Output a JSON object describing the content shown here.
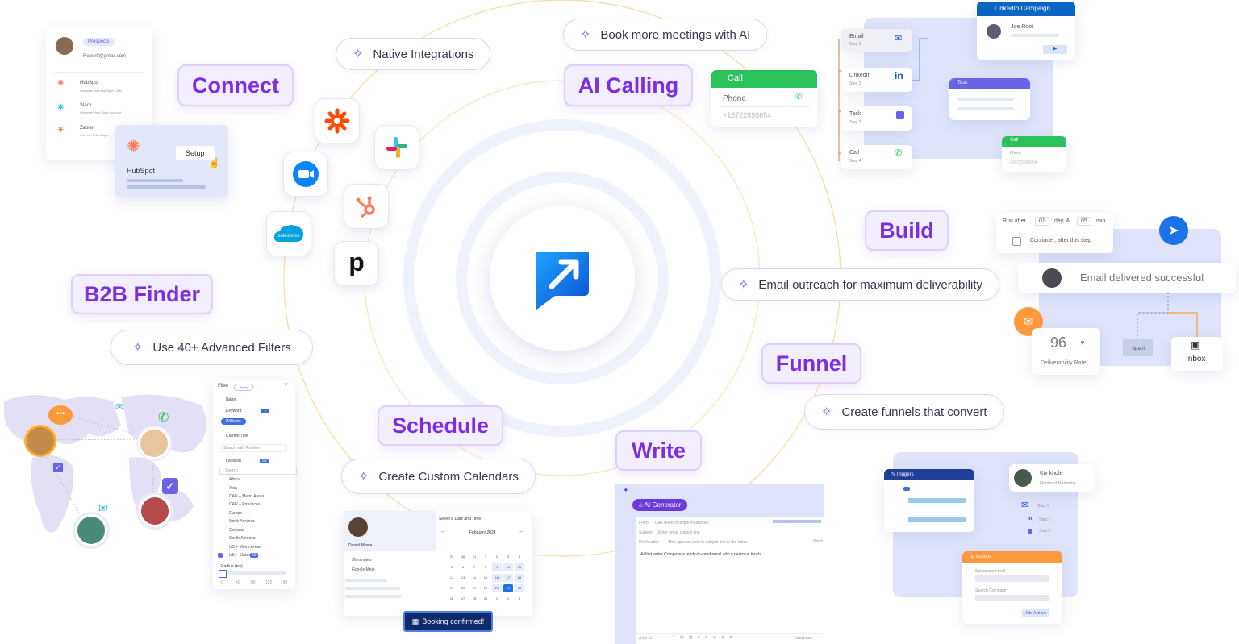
{
  "features": {
    "connect": "Connect",
    "ai_calling": "AI Calling",
    "b2b_finder": "B2B Finder",
    "build": "Build",
    "funnel": "Funnel",
    "schedule": "Schedule",
    "write": "Write"
  },
  "pills": {
    "native_integrations": "Native Integrations",
    "book_meetings": "Book more meetings with AI",
    "email_outreach": "Email outreach for maximum deliverability",
    "advanced_filters": "Use 40+ Advanced Filters",
    "create_funnels": "Create funnels that convert",
    "custom_calendars": "Create Custom Calendars"
  },
  "connect_card": {
    "prospects_badge": "Prospects",
    "email": "Robertf@gmail.com",
    "integrations": [
      {
        "name": "HubSpot",
        "desc": "Integrate Your HubSpot CRM"
      },
      {
        "name": "Slack",
        "desc": "Integrate Your Slack Account"
      },
      {
        "name": "Zapier",
        "desc": "Connect With Zapier"
      }
    ],
    "hubspot_name": "HubSpot",
    "setup_button": "Setup"
  },
  "call_card": {
    "title": "Call",
    "phone_label": "Phone",
    "phone_value": "+18722698654"
  },
  "sequence": {
    "steps": [
      {
        "label": "Email",
        "sub": "Step 1"
      },
      {
        "label": "LinkedIn",
        "sub": "Step 2"
      },
      {
        "label": "Task",
        "sub": "Step 3"
      },
      {
        "label": "Call",
        "sub": "Step 4"
      }
    ],
    "linkedin_campaign": "LinkedIn Campaign",
    "person": "Joe Root",
    "task_title": "Task",
    "call_title": "Call",
    "call_phone": "Phone",
    "call_number": "+18722698654"
  },
  "build_card": {
    "run_after": "Run after",
    "day_value": "01",
    "day_label": "day, &",
    "min_value": "05",
    "min_label": "min",
    "continue_text": "Continue , after this step",
    "email_delivered": "Email delivered successful",
    "rate_value": "96",
    "rate_label": "Deliverability Rate",
    "spam_label": "Spam",
    "inbox_label": "Inbox"
  },
  "filter_panel": {
    "title": "Filter",
    "badge": "Apply",
    "fields": [
      "Name",
      "Keyword",
      "Current Title",
      "Location"
    ],
    "keyword_count": "1",
    "keyword_tag": "Williams",
    "title_placeholder": "Search with Position",
    "location_count": "50",
    "search_placeholder": "Search",
    "locations": [
      "Africa",
      "Asia",
      "CAN + Metro Areas",
      "CAN + Provinces",
      "Europe",
      "North America",
      "Oceania",
      "South America",
      "US + Metro Areas",
      "US + States"
    ],
    "states_count": "50",
    "radius_label": "Radius (km)",
    "radius_ticks": [
      "0",
      "40",
      "80",
      "120",
      "160"
    ]
  },
  "calendar": {
    "person": "Daniel Monte",
    "duration": "30 minutes",
    "platform": "Google Meet",
    "heading": "Select a Date and Time",
    "month": "February 2024",
    "days": [
      "29",
      "30",
      "31",
      "1",
      "2",
      "3",
      "4",
      "5",
      "6",
      "7",
      "8",
      "9",
      "10",
      "11",
      "12",
      "13",
      "14",
      "15",
      "16",
      "17",
      "18",
      "19",
      "20",
      "21",
      "22",
      "23",
      "24",
      "25",
      "26",
      "27",
      "28",
      "29",
      "1",
      "2",
      "3"
    ],
    "selected_day": "24",
    "confirm": "Booking confirmed!"
  },
  "ai_generator": {
    "title": "AI Generator",
    "from_label": "From",
    "from_placeholder": "Can select multiple mailboxes",
    "subject_label": "Subject",
    "subject_placeholder": "Enter email subject line",
    "preheader_label": "Pre header",
    "preheader_placeholder": "This appears next to subject line in the inbox",
    "ai_prompt": "AI first writer   Compose a ready-to-send email with a personal touch",
    "toolbar_left": "Arial 11",
    "templates": "Templates",
    "send": "Send"
  },
  "funnel_card": {
    "triggers": "Triggers",
    "person": "Kiv khole",
    "role": "Mentor of Marketing",
    "step1": "Step 1",
    "step2": "Step 2",
    "step3": "Step 3",
    "actions": "Actions",
    "set_account": "Set account field",
    "search_campaign": "Search Campaign",
    "add_actions": "Add Actions"
  },
  "colors": {
    "accent_purple": "#7c2fe0",
    "brand_blue": "#1a73e8",
    "call_green": "#2bc25c",
    "orbit_line": "#f5c968"
  }
}
